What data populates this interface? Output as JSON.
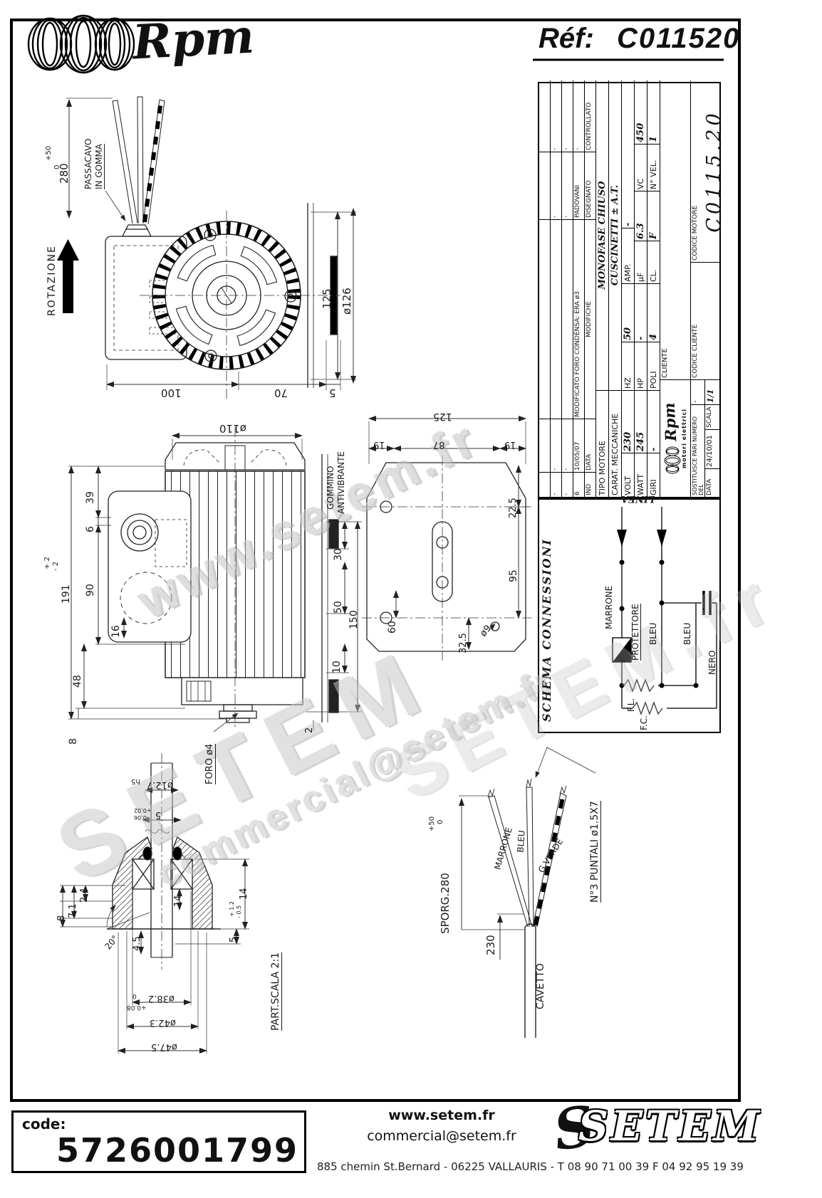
{
  "header": {
    "brand": "Rpm",
    "ref_label": "Réf:",
    "ref_value": "C011520"
  },
  "watermarks": {
    "w1": "www.setem.fr",
    "w2": "SETEM",
    "w3": "commercial@setem.fr",
    "w4": "SETEM.fr"
  },
  "top_view": {
    "dim_280": "280",
    "tol_280_plus": "+50",
    "tol_280_zero": "0",
    "passacavo": "PASSACAVO",
    "in_gomma": "IN GOMMA",
    "rotazione": "ROTAZIONE",
    "dim_125": "125",
    "dim_d126": "ø126",
    "dim_100": "100",
    "dim_70": "70",
    "dim_5": "5"
  },
  "side_view": {
    "dim_d110": "ø110",
    "dim_39": "39",
    "dim_6": "6",
    "dim_90": "90",
    "dim_191": "191",
    "tol_plus": "+ 2",
    "tol_minus": "- 2",
    "dim_16": "16",
    "dim_48": "48",
    "dim_8": "8",
    "dim_30": "30",
    "dim_50": "50",
    "dim_150": "150",
    "dim_10": "10",
    "dim_2": "2",
    "gommino": "GOMMINO",
    "antivibrante": "ANTIVIBRANTE",
    "foro": "FORO ø4"
  },
  "plate_view": {
    "dim_125": "125",
    "dim_19a": "19",
    "dim_87": "87",
    "dim_19b": "19",
    "dim_22_5": "22.5",
    "dim_95": "95",
    "dim_60": "60",
    "dim_32_5": "32.5",
    "dim_d9": "ø9"
  },
  "title_block": {
    "revision": {
      "dash": "-",
      "row_ind": "6",
      "row_data": "10/05/07",
      "row_modifiche": "MODIFICATO FORO CONDENSA: ERA ø3",
      "row_disegnato": "PADOVANI",
      "row_controllato": "-",
      "col_ind": "IND",
      "col_data": "DATA",
      "col_modifiche": "MODIFICHE",
      "col_disegnato": "DISEGNATO",
      "col_controllato": "CONTROLLATO"
    },
    "tipo_motore_label": "TIPO MOTORE",
    "tipo_motore": "MONOFASE CHIUSO",
    "carat_label": "CARAT. MECCANICHE",
    "carat": "CUSCINETTI ± A.T.",
    "volt_label": "VOLT",
    "volt": "230",
    "hz_label": "HZ",
    "hz": "50",
    "amp_label": "AMP.",
    "amp": "-",
    "watt_label": "WATT",
    "watt": "245",
    "hp_label": "HP",
    "hp": "-",
    "uf_label": "µF",
    "uf": "6.3",
    "vc_label": "VC",
    "vc": "450",
    "giri_label": "GIRI",
    "giri": "-",
    "poli_label": "POLI",
    "poli": "4",
    "cl_label": "CL.",
    "cl": "F",
    "nvel_label": "N° VEL.",
    "nvel": "1",
    "cliente_label": "CLIENTE",
    "codice_cliente_label": "CODICE CLIENTE",
    "codice_motore_label": "CODICE MOTORE",
    "codice_motore": "C0115.20",
    "logo_text": "Rpm",
    "logo_sub": "motori elettrici",
    "sostituisce_label": "SOSTITUISCE PARI NUMERO DEL",
    "sostituisce": "-",
    "data_label": "DATA",
    "data": "24/10/01",
    "scala_label": "SCALA",
    "scala": "1/1"
  },
  "schema": {
    "title": "SCHEMA CONNESSIONI",
    "linea": "LINEA",
    "marrone": "MARRONE",
    "protettore": "PROTETTORE",
    "bleu1": "BLEU",
    "bleu2": "BLEU",
    "nero": "NERO",
    "fl": "F.L.",
    "fc": "F.C."
  },
  "shaft_detail": {
    "d12_7": "ø12.7",
    "h5": "h5",
    "d5": "5",
    "tol5_plus": "+0.02",
    "tol5_minus": "-0.06",
    "d2_4": "2.4",
    "d7_1": "7.1",
    "d8": "8",
    "ang20": "20°",
    "d4_5": "4.5",
    "d14a": "14",
    "tol14_plus": "+ 1.2",
    "tol14_minus": "- 0.5",
    "d5b": "5",
    "d14b": "14",
    "d38_2": "ø38.2",
    "tol38_zero": "0",
    "tol38_plus": "+0.08",
    "d42_3": "ø42.3",
    "d47_5": "ø47.5",
    "part_label": "PART.SCALA 2:1"
  },
  "cable_detail": {
    "sporg": "SPORG.280",
    "sporg_plus": "+50",
    "sporg_zero": "0",
    "d230": "230",
    "cavetto": "CAVETTO",
    "marrone": "MARRONE",
    "bleu": "BLEU",
    "gverde": "G.VERDE",
    "puntali": "N°3 PUNTALI ø1.5X7"
  },
  "footer": {
    "code_label": "code:",
    "code": "5726001799",
    "site": "www.setem.fr",
    "email": "commercial@setem.fr",
    "address": "885 chemin St.Bernard  -  06225 VALLAURIS  -  T 08 90 71 00 39   F 04 92 95 19 39",
    "logo": "SETEM",
    "logo_s": "S"
  }
}
